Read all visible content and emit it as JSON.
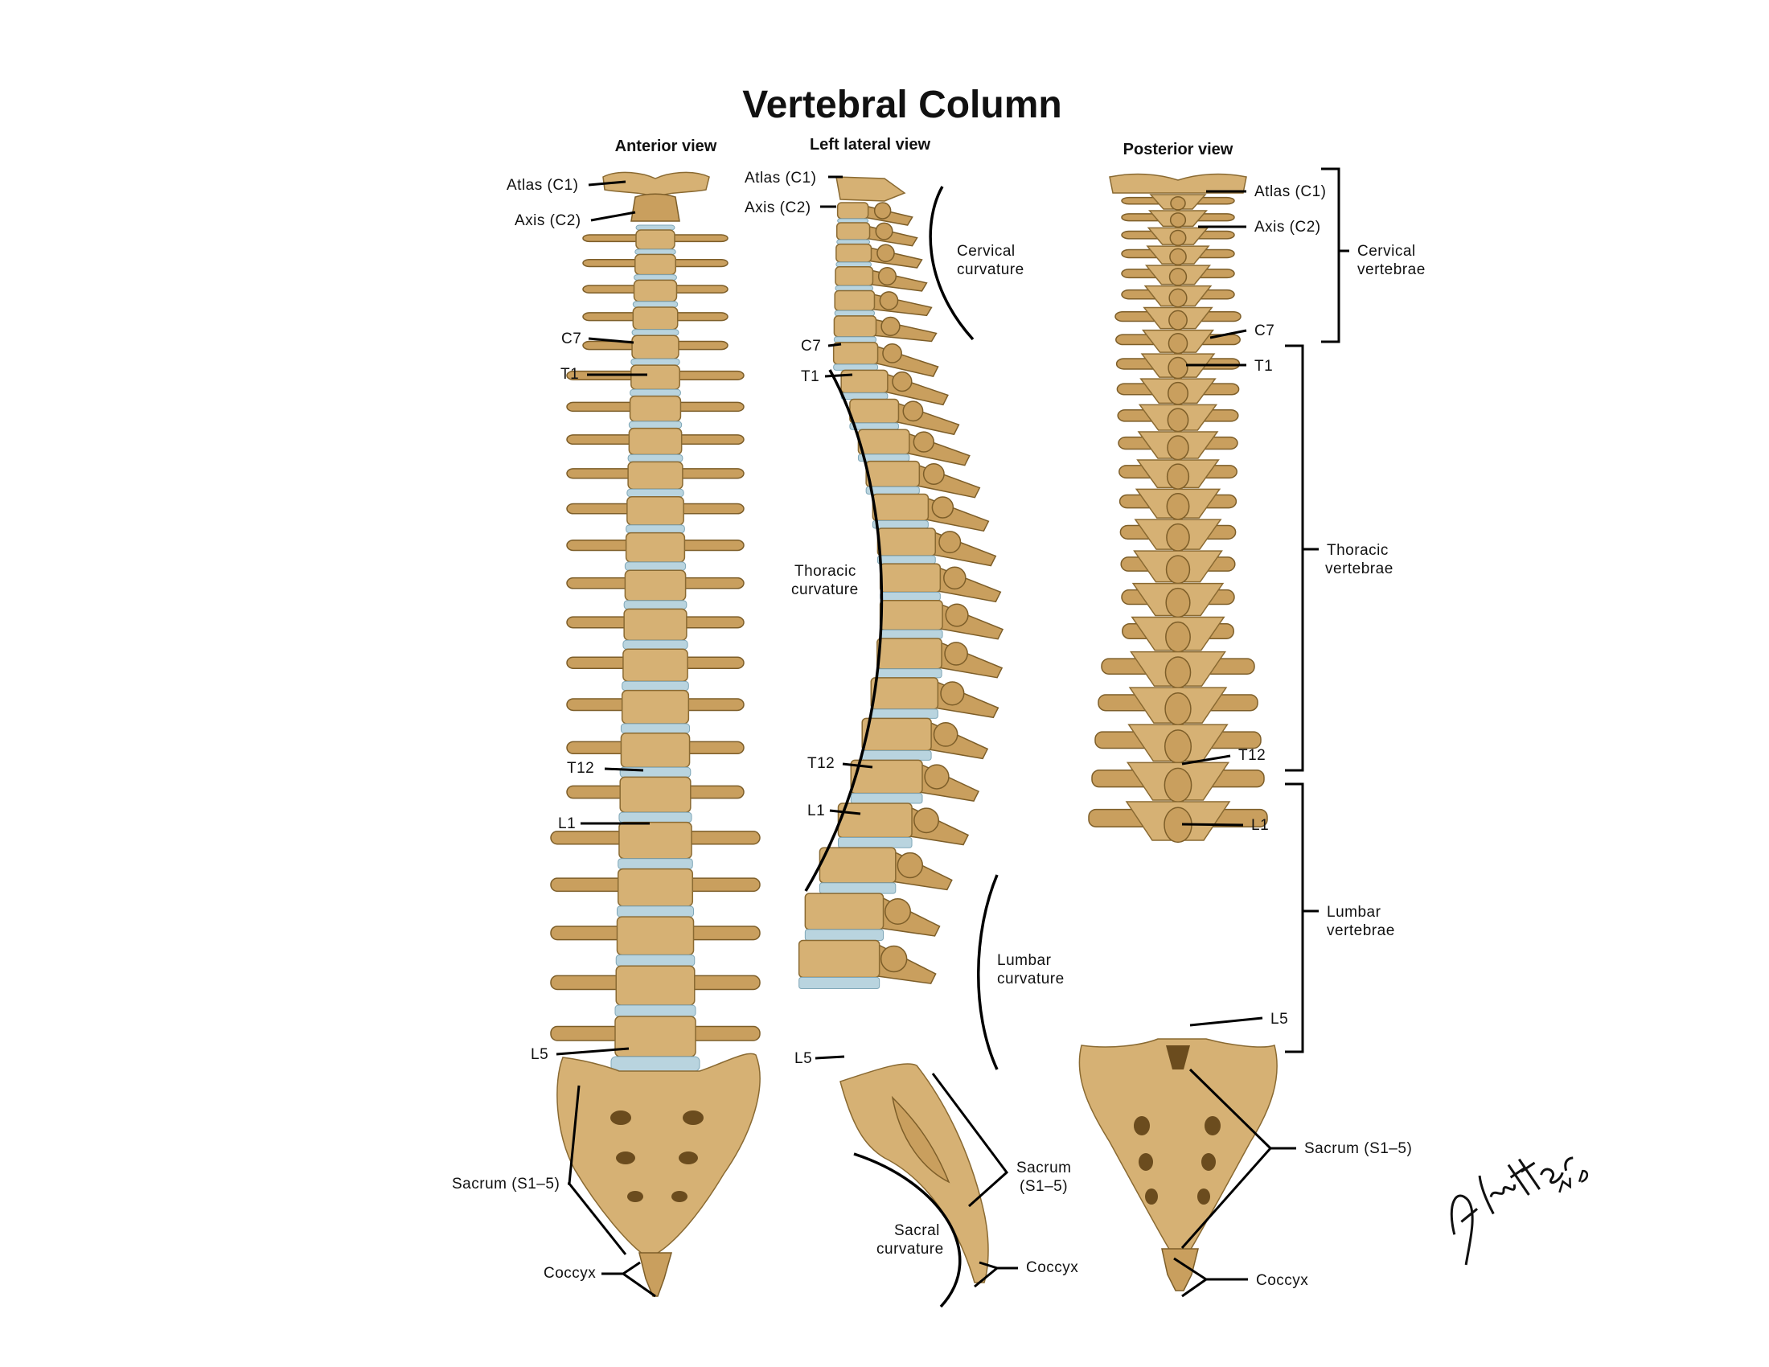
{
  "title": "Vertebral Column",
  "views": {
    "anterior": {
      "heading": "Anterior view",
      "labels": {
        "atlas": "Atlas (C1)",
        "axis": "Axis (C2)",
        "c7": "C7",
        "t1": "T1",
        "t12": "T12",
        "l1": "L1",
        "l5": "L5",
        "sacrum": "Sacrum (S1–5)",
        "coccyx": "Coccyx"
      }
    },
    "lateral": {
      "heading": "Left lateral view",
      "labels": {
        "atlas": "Atlas (C1)",
        "axis": "Axis (C2)",
        "c7": "C7",
        "t1": "T1",
        "t12": "T12",
        "l1": "L1",
        "l5": "L5",
        "sacrum_1": "Sacrum",
        "sacrum_2": "(S1–5)",
        "coccyx": "Coccyx",
        "cervical_curvature_1": "Cervical",
        "cervical_curvature_2": "curvature",
        "thoracic_curvature_1": "Thoracic",
        "thoracic_curvature_2": "curvature",
        "lumbar_curvature_1": "Lumbar",
        "lumbar_curvature_2": "curvature",
        "sacral_curvature_1": "Sacral",
        "sacral_curvature_2": "curvature"
      }
    },
    "posterior": {
      "heading": "Posterior view",
      "labels": {
        "atlas": "Atlas (C1)",
        "axis": "Axis (C2)",
        "c7": "C7",
        "t1": "T1",
        "t12": "T12",
        "l1": "L1",
        "l5": "L5",
        "sacrum": "Sacrum (S1–5)",
        "coccyx": "Coccyx",
        "cervical_vertebrae_1": "Cervical",
        "cervical_vertebrae_2": "vertebrae",
        "thoracic_vertebrae_1": "Thoracic",
        "thoracic_vertebrae_2": "vertebrae",
        "lumbar_vertebrae_1": "Lumbar",
        "lumbar_vertebrae_2": "vertebrae"
      }
    }
  },
  "signature": "F. Netter M.D.",
  "colors": {
    "bone": "#d6b174",
    "disc": "#b9d4df",
    "line": "#000000"
  }
}
